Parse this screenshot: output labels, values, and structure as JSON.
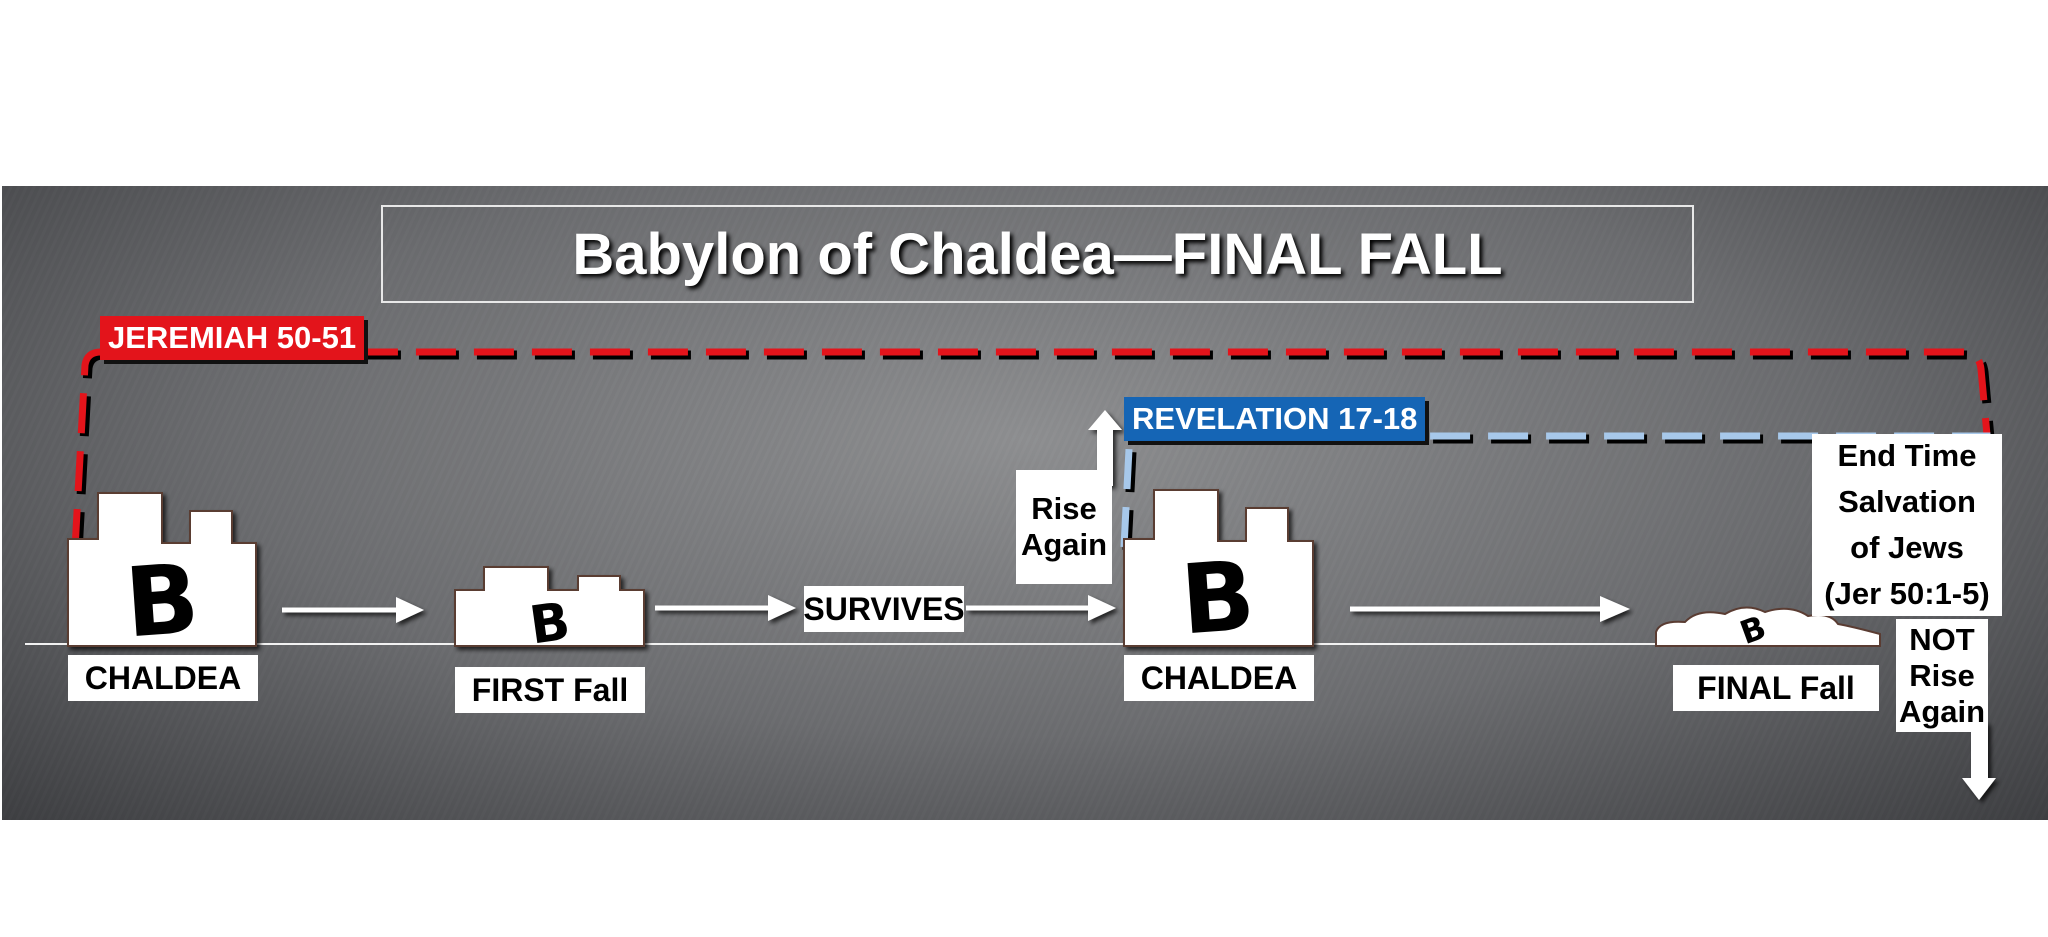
{
  "title": "Babylon of Chaldea—FINAL FALL",
  "tags": {
    "jeremiah": "JEREMIAH 50-51",
    "revelation": "REVELATION 17-18"
  },
  "labels": {
    "chaldea_1": "CHALDEA",
    "first_fall": "FIRST Fall",
    "survives": "SURVIVES",
    "rise_again": [
      "Rise",
      "Again"
    ],
    "chaldea_2": "CHALDEA",
    "final_fall": "FINAL Fall",
    "end_time": [
      "End Time",
      "Salvation",
      "of Jews",
      "(Jer 50:1-5)"
    ],
    "not_rise_again": [
      "NOT",
      "Rise",
      "Again"
    ]
  },
  "building_letter": "B",
  "colors": {
    "jeremiah": "#e3141b",
    "revelation": "#1565b5",
    "revelation_dash": "#a7c8ea"
  }
}
